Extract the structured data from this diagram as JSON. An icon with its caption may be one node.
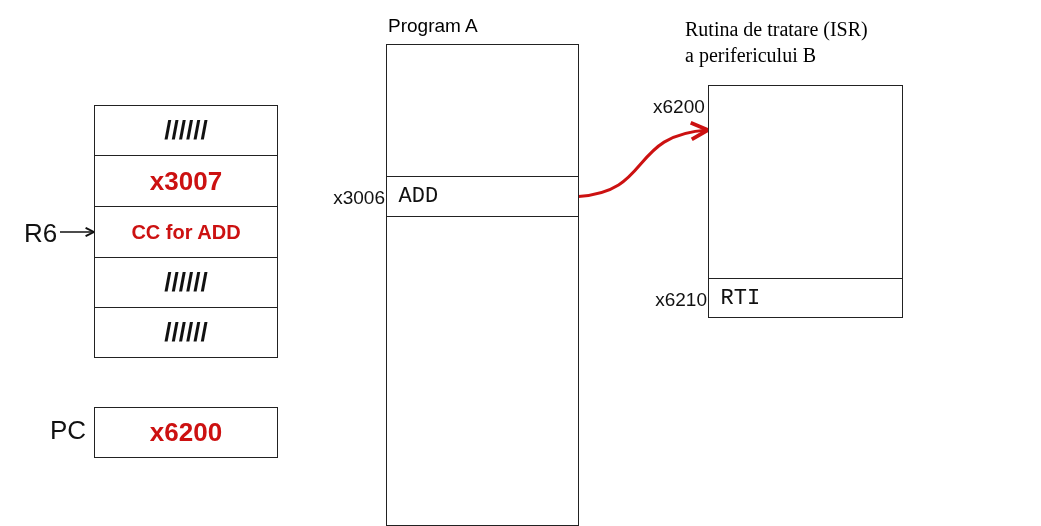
{
  "diagram": {
    "nodes": [
      {
        "text": [
          "//////"
        ]
      },
      {
        "text": [
          "x3007"
        ]
      },
      {
        "text": [
          "CC for ADD"
        ]
      },
      {
        "text": [
          "//////"
        ]
      },
      {
        "text": [
          "//////"
        ]
      },
      {
        "text": [
          "R6"
        ]
      },
      {
        "text": [
          "x6200"
        ],
        "beside": [
          "PC"
        ]
      },
      {
        "text": [
          "Program A"
        ]
      },
      {
        "text": [
          "ADD"
        ],
        "in": 7,
        "beside": [
          "x3006"
        ]
      },
      {
        "text": [
          "Rutina de tratare (ISR) a perifericului B"
        ],
        "beside": [
          "x6200"
        ]
      },
      {
        "text": [
          "RTI"
        ],
        "in": 9,
        "beside": [
          "x6210"
        ]
      }
    ],
    "edges": [
      {
        "from": 5,
        "to": 2,
        "arrow": "to"
      },
      {
        "from": 8,
        "to": 9,
        "arrow": "to",
        "color": "#cc1111"
      }
    ]
  }
}
